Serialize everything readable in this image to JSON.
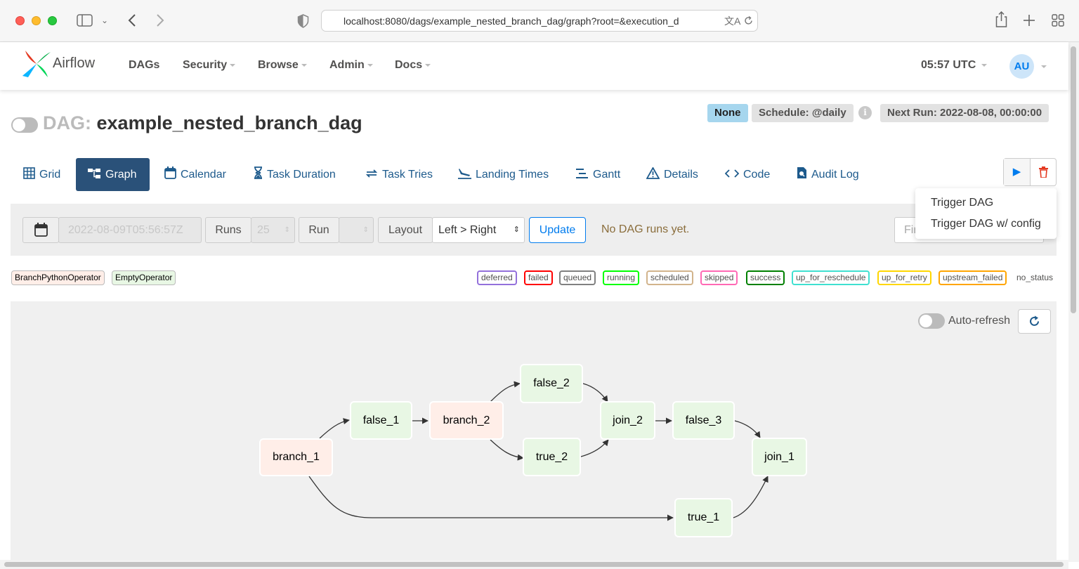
{
  "browser": {
    "url": "localhost:8080/dags/example_nested_branch_dag/graph?root=&execution_d"
  },
  "navbar": {
    "brand": "Airflow",
    "items": [
      "DAGs",
      "Security",
      "Browse",
      "Admin",
      "Docs"
    ],
    "clock": "05:57 UTC",
    "user_initials": "AU"
  },
  "dag": {
    "title_prefix": "DAG:",
    "dag_id": "example_nested_branch_dag",
    "status_label": "None",
    "schedule": "Schedule: @daily",
    "next_run": "Next Run: 2022-08-08, 00:00:00"
  },
  "tabs": {
    "grid": "Grid",
    "graph": "Graph",
    "calendar": "Calendar",
    "task_duration": "Task Duration",
    "task_tries": "Task Tries",
    "landing_times": "Landing Times",
    "gantt": "Gantt",
    "details": "Details",
    "code": "Code",
    "audit_log": "Audit Log"
  },
  "trigger_menu": {
    "trigger": "Trigger DAG",
    "trigger_config": "Trigger DAG w/ config"
  },
  "filters": {
    "base_date": "2022-08-09T05:56:57Z",
    "runs_label": "Runs",
    "runs_value": "25",
    "run_label": "Run",
    "layout_label": "Layout",
    "layout_value": "Left > Right",
    "update": "Update",
    "no_runs": "No DAG runs yet.",
    "search_placeholder": "Find Task..."
  },
  "operators": [
    "BranchPythonOperator",
    "EmptyOperator"
  ],
  "states": [
    {
      "name": "deferred",
      "color": "#9370db"
    },
    {
      "name": "failed",
      "color": "#ff0000"
    },
    {
      "name": "queued",
      "color": "#808080"
    },
    {
      "name": "running",
      "color": "#00ff00"
    },
    {
      "name": "scheduled",
      "color": "#d2b48c"
    },
    {
      "name": "skipped",
      "color": "#ff69b4"
    },
    {
      "name": "success",
      "color": "#008000"
    },
    {
      "name": "up_for_reschedule",
      "color": "#40e0d0"
    },
    {
      "name": "up_for_retry",
      "color": "#ffd700"
    },
    {
      "name": "upstream_failed",
      "color": "#ffa500"
    }
  ],
  "no_status": "no_status",
  "graph": {
    "auto_refresh": "Auto-refresh",
    "tasks": {
      "branch_1": "branch_1",
      "false_1": "false_1",
      "branch_2": "branch_2",
      "false_2": "false_2",
      "true_2": "true_2",
      "join_2": "join_2",
      "false_3": "false_3",
      "join_1": "join_1",
      "true_1": "true_1"
    }
  }
}
